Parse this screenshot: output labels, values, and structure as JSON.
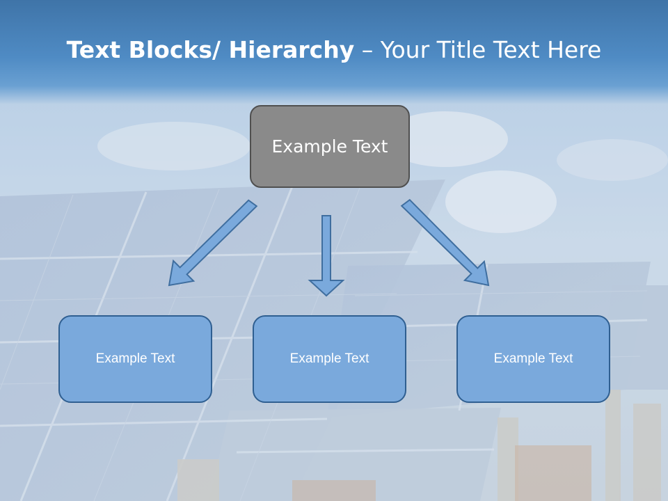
{
  "title": {
    "bold": "Text Blocks/ Hierarchy",
    "dash": " – ",
    "rest": "Your Title Text Here"
  },
  "hierarchy": {
    "top": "Example Text",
    "children": [
      "Example Text",
      "Example Text",
      "Example Text"
    ]
  },
  "colors": {
    "header": "#4f8bc4",
    "top_box": "#8a8a8a",
    "child_box": "#7aa9dc",
    "child_border": "#2f5f91",
    "arrow_fill": "#7aa9dc"
  }
}
